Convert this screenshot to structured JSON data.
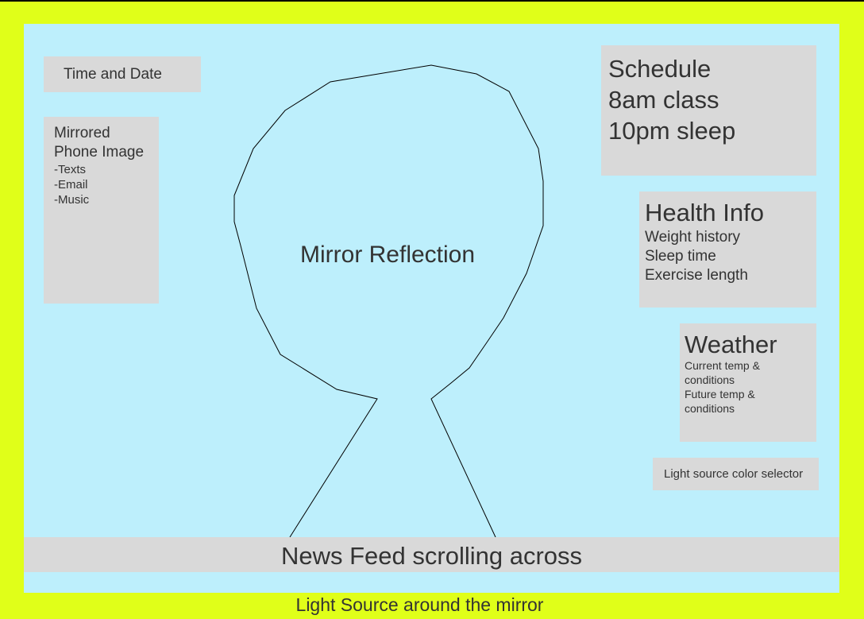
{
  "colors": {
    "light_source": "#e0ff19",
    "mirror": "#bdeffc",
    "widget": "#d9d9d9",
    "text": "#333333"
  },
  "time_date": {
    "label": "Time and Date"
  },
  "phone_image": {
    "title_line1": "Mirrored",
    "title_line2": "Phone Image",
    "items": [
      "-Texts",
      "-Email",
      "-Music"
    ]
  },
  "mirror_reflection": {
    "label": "Mirror Reflection"
  },
  "schedule": {
    "lines": [
      "Schedule",
      "8am class",
      "10pm sleep"
    ]
  },
  "health_info": {
    "title": "Health Info",
    "items": [
      "Weight history",
      "Sleep time",
      "Exercise length"
    ]
  },
  "weather": {
    "title": "Weather",
    "items": [
      "Current temp &",
      "conditions",
      "Future temp &",
      "conditions"
    ]
  },
  "light_selector": {
    "label": "Light source color selector"
  },
  "news_feed": {
    "label": "News Feed scrolling across"
  },
  "light_source": {
    "label": "Light Source around the mirror"
  }
}
